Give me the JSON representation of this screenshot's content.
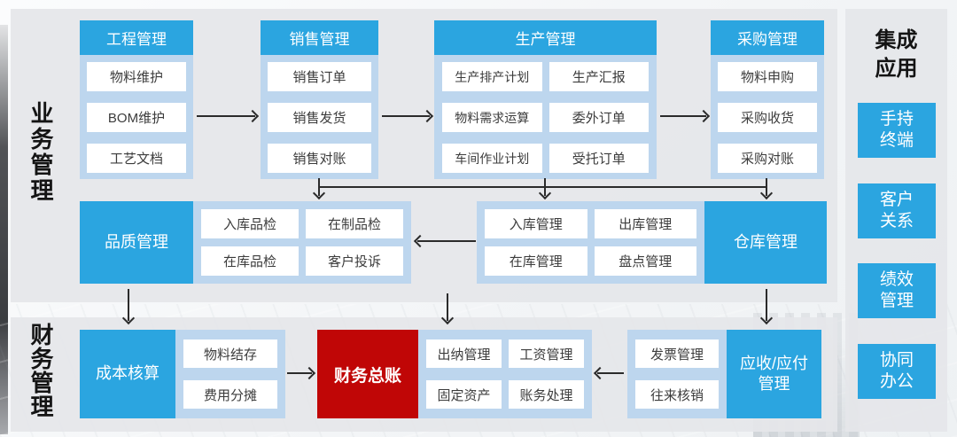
{
  "colors": {
    "accent_blue": "#2ba5e0",
    "light_blue": "#bdd6ee",
    "red": "#c00606",
    "panel_gray": "#e5e6e9"
  },
  "sections": {
    "business": "业务管理",
    "finance": "财务管理"
  },
  "columns": {
    "engineering": {
      "header": "工程管理",
      "items": [
        "物料维护",
        "BOM维护",
        "工艺文档"
      ]
    },
    "sales": {
      "header": "销售管理",
      "items": [
        "销售订单",
        "销售发货",
        "销售对账"
      ]
    },
    "production": {
      "header": "生产管理",
      "items_left": [
        "生产排产计划",
        "物料需求运算",
        "车间作业计划"
      ],
      "items_right": [
        "生产汇报",
        "委外订单",
        "受托订单"
      ]
    },
    "procurement": {
      "header": "采购管理",
      "items": [
        "物料申购",
        "采购收货",
        "采购对账"
      ]
    }
  },
  "middle": {
    "quality": {
      "label": "品质管理",
      "items": [
        "入库品检",
        "在制品检",
        "在库品检",
        "客户投诉"
      ]
    },
    "warehouse": {
      "label": "仓库管理",
      "items": [
        "入库管理",
        "出库管理",
        "在库管理",
        "盘点管理"
      ]
    }
  },
  "finance": {
    "cost": {
      "label": "成本核算",
      "items": [
        "物料结存",
        "费用分摊"
      ]
    },
    "ledger": {
      "label": "财务总账"
    },
    "accounting": {
      "items": [
        "出纳管理",
        "工资管理",
        "固定资产",
        "账务处理"
      ]
    },
    "invoice": {
      "items": [
        "发票管理",
        "往来核销"
      ]
    },
    "receivable": {
      "line1": "应收/应付",
      "line2": "管理"
    }
  },
  "integration": {
    "title_line1": "集成",
    "title_line2": "应用",
    "items": [
      {
        "line1": "手持",
        "line2": "终端"
      },
      {
        "line1": "客户",
        "line2": "关系"
      },
      {
        "line1": "绩效",
        "line2": "管理"
      },
      {
        "line1": "协同",
        "line2": "办公"
      }
    ]
  }
}
